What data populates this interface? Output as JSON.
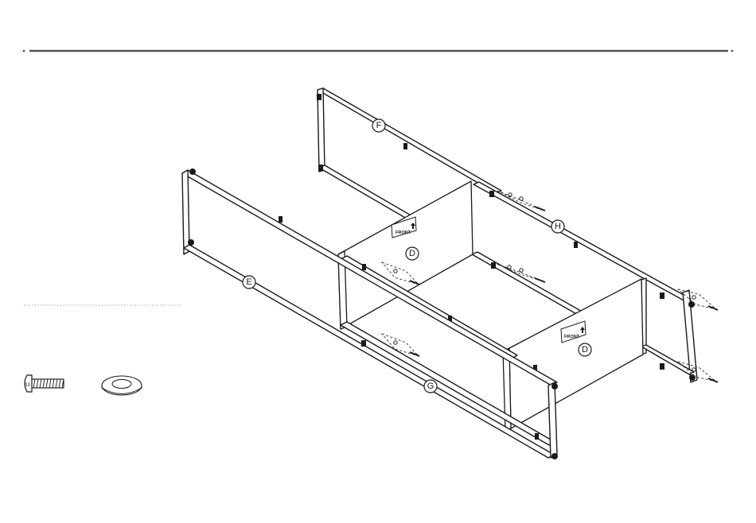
{
  "colors": {
    "line": "#1a1a1a",
    "rule": "#555555",
    "background": "#ffffff"
  },
  "callouts": {
    "F": "F",
    "H": "H",
    "E": "E",
    "G": "G",
    "D_back": "D",
    "D_front": "D"
  },
  "panel_labels": {
    "front_back": "FRONT",
    "front_front": "FRONT"
  },
  "hardware": {
    "bolt_icon": "bolt-icon",
    "washer_icon": "washer-icon"
  }
}
